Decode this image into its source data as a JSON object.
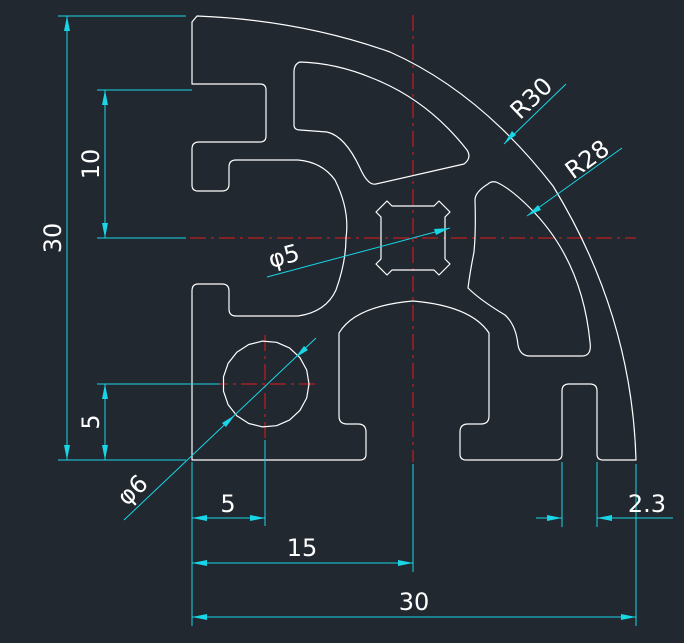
{
  "dimensions": {
    "overall_height": "30",
    "slot_height": "10",
    "hole_offset_y": "5",
    "hole_diameter": "φ6",
    "hole_offset_x": "5",
    "center_offset_x": "15",
    "overall_width": "30",
    "wall_thickness": "2.3",
    "outer_radius": "R30",
    "inner_radius": "R28",
    "core_diameter": "φ5"
  },
  "colors": {
    "background": "#212830",
    "outline": "#ffffff",
    "centerline": "#e31b1b",
    "dimension": "#18d6e6"
  }
}
